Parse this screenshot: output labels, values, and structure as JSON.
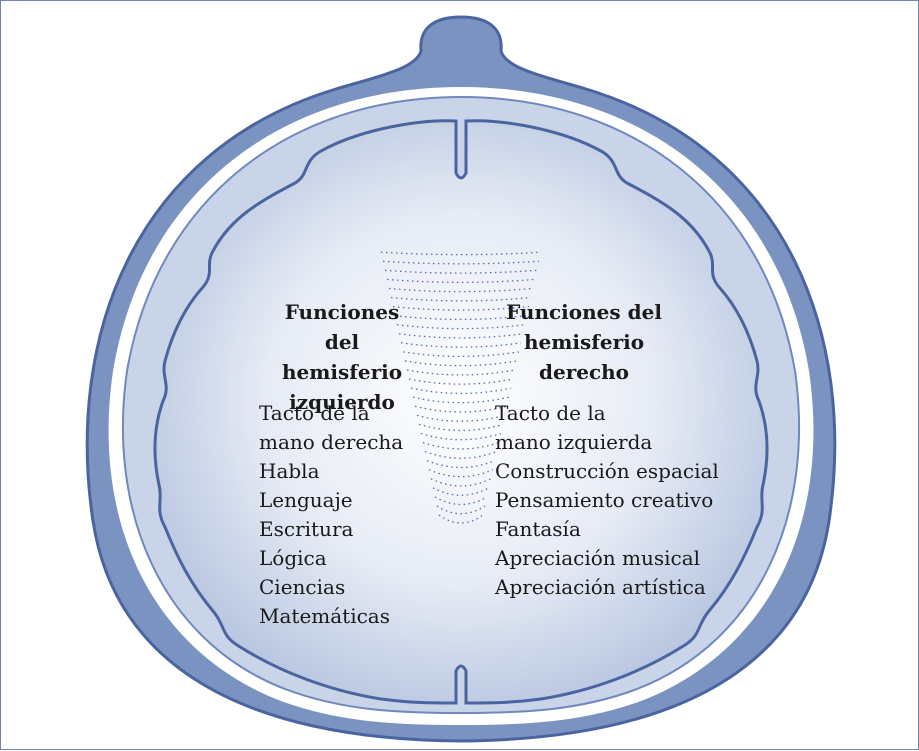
{
  "left_hemisphere": {
    "heading": [
      "Funciones del",
      "hemisferio",
      "izquierdo"
    ],
    "functions": [
      "Tacto de la",
      "mano derecha",
      "Habla",
      "Lenguaje",
      "Escritura",
      "Lógica",
      "Ciencias",
      "Matemáticas"
    ]
  },
  "right_hemisphere": {
    "heading": [
      "Funciones del",
      "hemisferio",
      "derecho"
    ],
    "functions": [
      "Tacto de la",
      "mano izquierda",
      "Construcción espacial",
      "Pensamiento creativo",
      "Fantasía",
      "Apreciación musical",
      "Apreciación artística"
    ]
  },
  "colors": {
    "skull_fill": "#7b93c0",
    "skull_outline": "#4a64a0",
    "brain_center": "#ffffff",
    "brain_edge": "#b3c2de",
    "corpus_callosum_dots": "#4f6cae",
    "frame": "#6f86a8"
  }
}
